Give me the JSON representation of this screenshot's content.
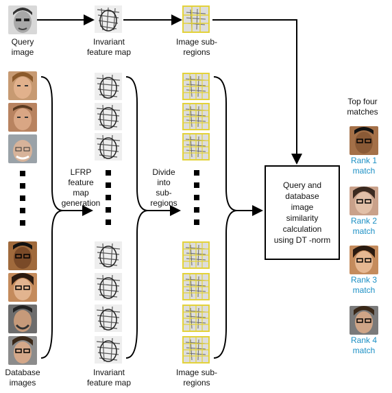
{
  "labels": {
    "query_image": "Query\nimage",
    "invariant_top": "Invariant\nfeature map",
    "subregions_top": "Image sub-\nregions",
    "lfrp": "LFRP\nfeature\nmap\ngeneration",
    "divide": "Divide\ninto\nsub-\nregions",
    "database_images": "Database\nimages",
    "invariant_bottom": "Invariant\nfeature map",
    "subregions_bottom": "Image sub-\nregions",
    "top_four": "Top four\nmatches"
  },
  "process_box": "Query and\ndatabase\nimage\nsimilarity\ncalculation\nusing   DT -norm",
  "matches": [
    {
      "label": "Rank 1\nmatch",
      "icon": "face-rank-1-icon"
    },
    {
      "label": "Rank 2\nmatch",
      "icon": "face-rank-2-icon"
    },
    {
      "label": "Rank 3\nmatch",
      "icon": "face-rank-3-icon"
    },
    {
      "label": "Rank 4\nmatch",
      "icon": "face-rank-4-icon"
    }
  ],
  "colors": {
    "rank_label": "#1a8fc4",
    "subregion_border": "#e3d23a",
    "arrow": "#000000"
  },
  "icons": [
    "query-face-icon",
    "database-face-icon",
    "feature-map-icon",
    "subregion-grid-icon",
    "ellipsis-dot-icon",
    "arrow-icon"
  ]
}
